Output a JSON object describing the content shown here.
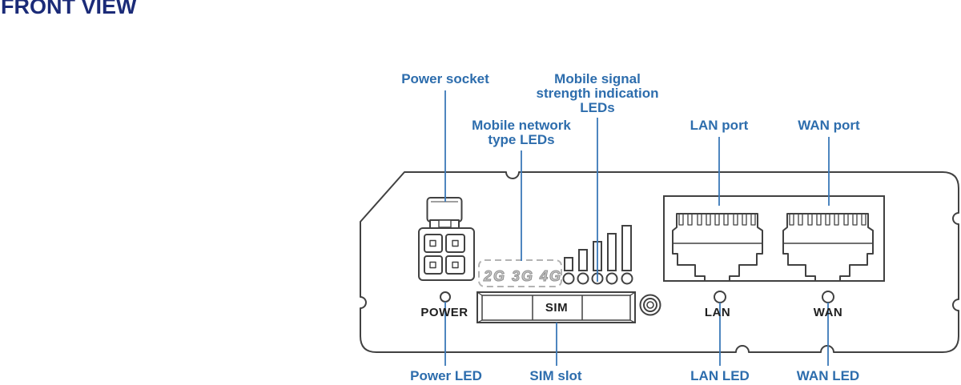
{
  "title": "FRONT VIEW",
  "colors": {
    "title_navy": "#1b2b78",
    "label_blue": "#2d6dad",
    "leader_blue": "#3b79b8",
    "outline_gray": "#414141",
    "muted_gray": "#b3b3b3"
  },
  "callouts": {
    "power_socket": "Power socket",
    "mobile_signal": "Mobile signal\nstrength indication\nLEDs",
    "mobile_network": "Mobile network\ntype LEDs",
    "lan_port": "LAN port",
    "wan_port": "WAN port",
    "power_led": "Power LED",
    "sim_slot": "SIM slot",
    "lan_led": "LAN LED",
    "wan_led": "WAN LED"
  },
  "panel": {
    "power": "POWER",
    "sim": "SIM",
    "lan": "LAN",
    "wan": "WAN",
    "modes": "2G 3G 4G"
  }
}
